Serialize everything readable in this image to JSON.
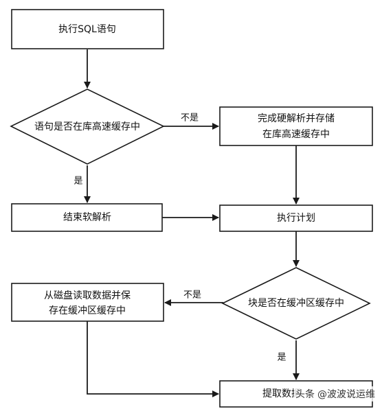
{
  "nodes": {
    "exec_sql": "执行SQL语句",
    "in_cache": "语句是否在库高速缓存中",
    "hard_parse_line1": "完成硬解析并存储",
    "hard_parse_line2": "在库高速缓存中",
    "soft_parse_end": "结束软解析",
    "exec_plan": "执行计划",
    "block_in_buffer": "块是否在缓冲区缓存中",
    "disk_read_line1": "从磁盘读取数据并保",
    "disk_read_line2": "存在缓冲区缓存中",
    "fetch_data": "提取数据"
  },
  "edges": {
    "cache_no": "不是",
    "cache_yes": "是",
    "buffer_no": "不是",
    "buffer_yes": "是"
  },
  "watermark": {
    "prefix": "头条",
    "handle": "@波波说运维"
  },
  "colors": {
    "stroke": "#1a1a1a",
    "text": "#111111",
    "background": "#ffffff"
  }
}
